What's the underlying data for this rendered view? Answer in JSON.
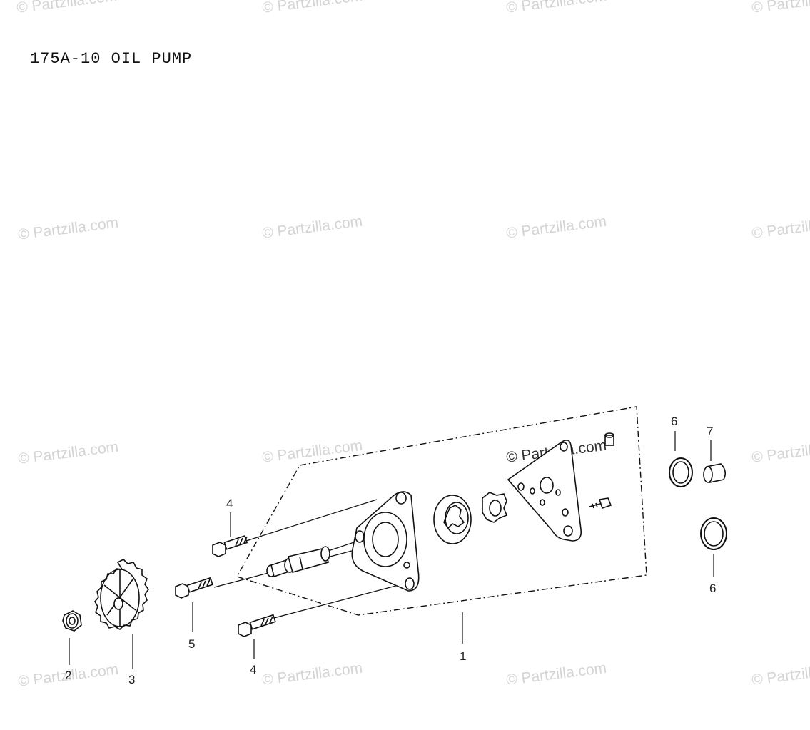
{
  "title": "175A-10 OIL PUMP",
  "watermark": "© Partzilla.com",
  "callouts": {
    "c1": "1",
    "c2": "2",
    "c3": "3",
    "c4a": "4",
    "c4b": "4",
    "c5": "5",
    "c6a": "6",
    "c6b": "6",
    "c7": "7"
  }
}
